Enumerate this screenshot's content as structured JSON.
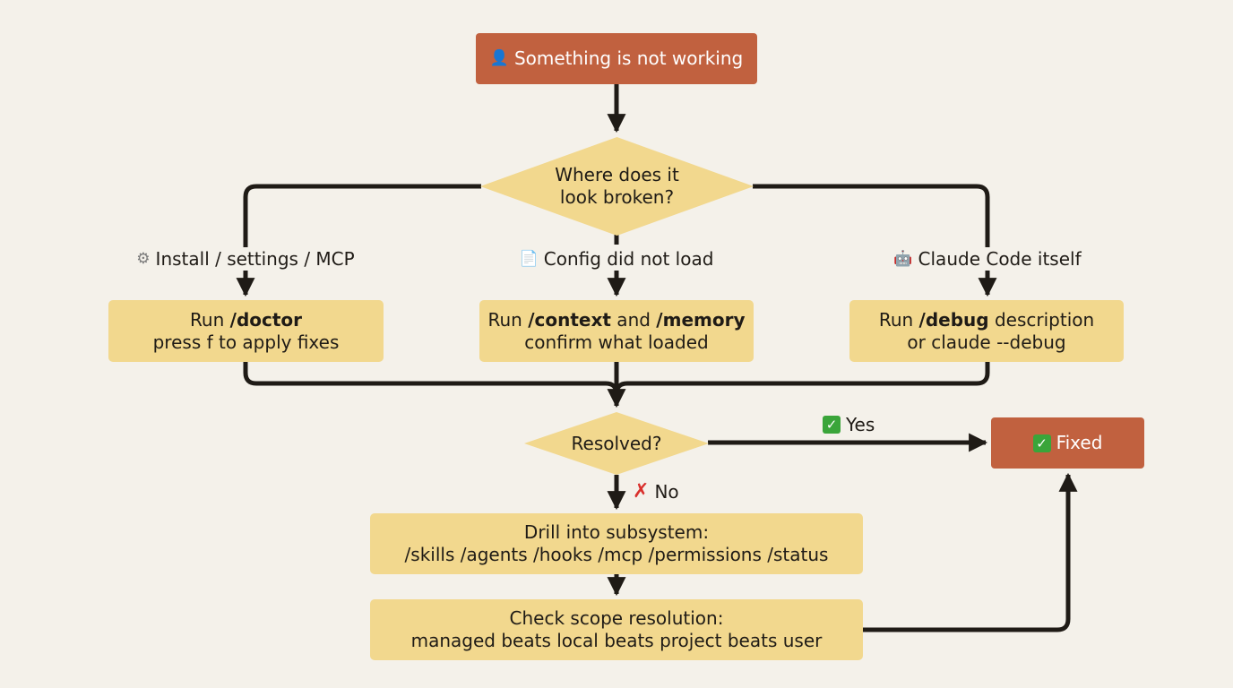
{
  "start": {
    "icon": "person-icon",
    "label": "Something is not working"
  },
  "decision1": {
    "line1": "Where does it",
    "line2": "look broken?"
  },
  "branches": {
    "left": {
      "icon": "gear-icon",
      "label": "Install / settings / MCP"
    },
    "middle": {
      "icon": "document-icon",
      "label": "Config did not load"
    },
    "right": {
      "icon": "robot-icon",
      "label": "Claude Code itself"
    }
  },
  "actions": {
    "left": {
      "prefix": "Run ",
      "cmd": "/doctor",
      "line2": "press f to apply fixes"
    },
    "middle": {
      "prefix": "Run ",
      "cmd1": "/context",
      "mid": " and ",
      "cmd2": "/memory",
      "line2": "confirm what loaded"
    },
    "right": {
      "prefix": "Run ",
      "cmd": "/debug",
      "suffix": " description",
      "line2": "or claude --debug"
    }
  },
  "decision2": {
    "label": "Resolved?"
  },
  "yes_label": {
    "icon": "check-icon",
    "label": "Yes"
  },
  "no_label": {
    "icon": "cross-icon",
    "label": "No"
  },
  "fixed": {
    "icon": "check-icon",
    "label": "Fixed"
  },
  "drill": {
    "line1": "Drill into subsystem:",
    "line2": "/skills /agents /hooks /mcp /permissions /status"
  },
  "scope": {
    "line1": "Check scope resolution:",
    "line2": "managed beats local beats project beats user"
  },
  "colors": {
    "terminal": "#c1613f",
    "process": "#f2d88e",
    "line": "#1f1b16",
    "background": "#f4f1ea"
  }
}
